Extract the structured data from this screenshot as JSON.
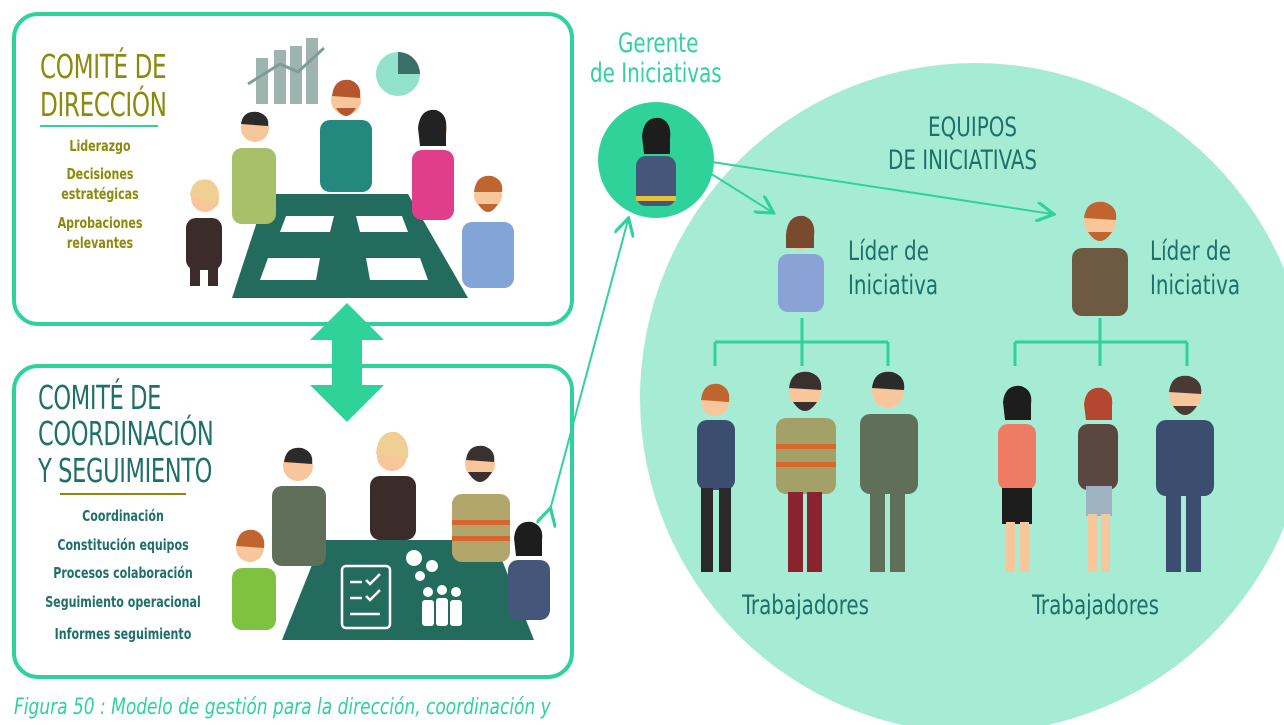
{
  "steering": {
    "title_line1": "COMITÉ DE",
    "title_line2": "DIRECCIÓN",
    "roles": [
      "Liderazgo",
      "Decisiones",
      "estratégicas",
      "Aprobaciones",
      "relevantes"
    ]
  },
  "coordination": {
    "title_line1": "COMITÉ DE",
    "title_line2": "COORDINACIÓN",
    "title_line3": "Y SEGUIMIENTO",
    "roles": [
      "Coordinación",
      "Constitución equipos",
      "Procesos colaboración",
      "Seguimiento operacional",
      "Informes seguimiento"
    ]
  },
  "manager": {
    "label_line1": "Gerente",
    "label_line2": "de Iniciativas"
  },
  "teams": {
    "title_line1": "EQUIPOS",
    "title_line2": "DE INICIATIVAS",
    "leader_left_line1": "Líder de",
    "leader_left_line2": "Iniciativa",
    "leader_right_line1": "Líder de",
    "leader_right_line2": "Iniciativa",
    "workers_left": "Trabajadores",
    "workers_right": "Trabajadores"
  },
  "caption": "Figura 50 : Modelo de gestión para la dirección, coordinación y",
  "colors": {
    "accent_green": "#2fd39a",
    "olive": "#8b8a0c",
    "dark_teal": "#1f6f6a",
    "team_circle": "#a6ecd5",
    "table": "#236b5c"
  }
}
